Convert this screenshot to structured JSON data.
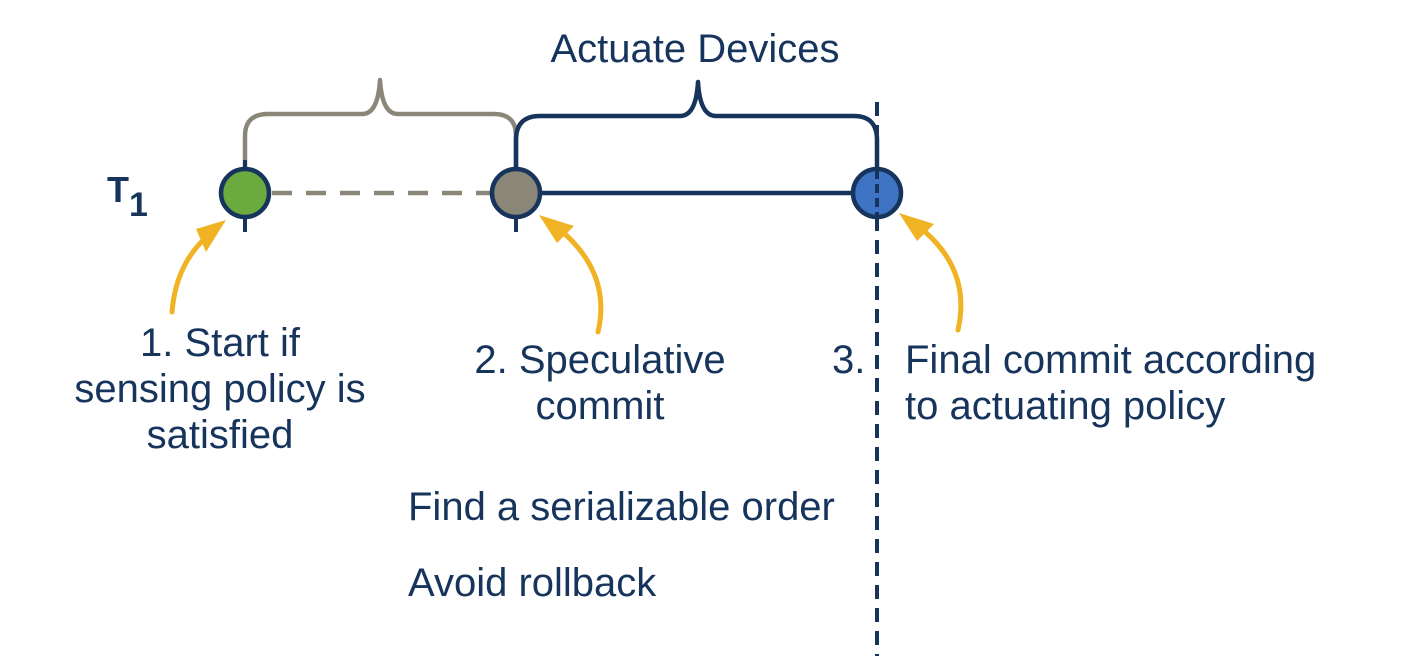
{
  "header": {
    "actuate_label": "Actuate Devices"
  },
  "timeline": {
    "name_main": "T",
    "name_sub": "1"
  },
  "steps": {
    "start": "1. Start if\nsensing policy is\nsatisfied",
    "speculative": "2. Speculative\ncommit",
    "final_num": "3.",
    "final_text": "Final commit according\nto actuating policy"
  },
  "notes": {
    "serializable": "Find a serializable order",
    "rollback": "Avoid rollback"
  },
  "colors": {
    "navy": "#16345c",
    "gray": "#8a8778",
    "green": "#6aaa3e",
    "blue": "#3f74c4",
    "arrow": "#f0b324"
  }
}
